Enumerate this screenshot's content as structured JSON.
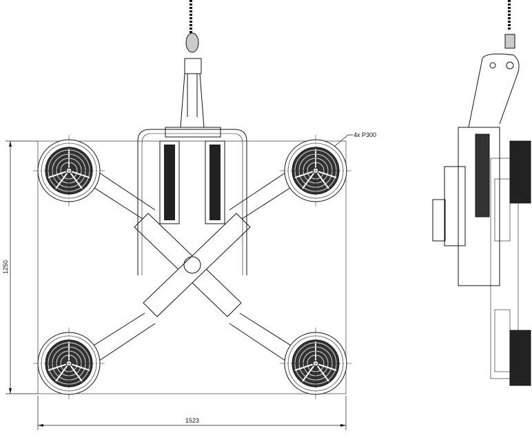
{
  "drawing": {
    "pad_callout": "4x P300",
    "height_dimension": "1250",
    "width_dimension": "1523"
  }
}
